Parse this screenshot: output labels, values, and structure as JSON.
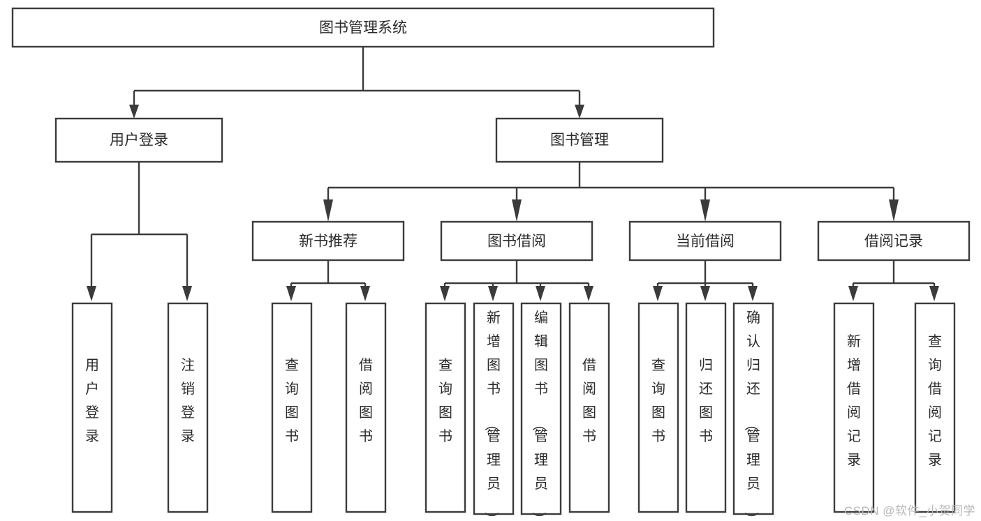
{
  "diagram": {
    "title": "图书管理系统",
    "type": "tree-hierarchy-diagram",
    "colors": {
      "box_fill": "#ffffff",
      "box_stroke": "#3b3b3b",
      "text": "#2b2b2b",
      "background": "#ffffff",
      "watermark": "#b8b8b8"
    },
    "root": {
      "label": "图书管理系统"
    },
    "level2": [
      {
        "label": "用户登录"
      },
      {
        "label": "图书管理"
      }
    ],
    "level3": [
      {
        "label": "新书推荐"
      },
      {
        "label": "图书借阅"
      },
      {
        "label": "当前借阅"
      },
      {
        "label": "借阅记录"
      }
    ],
    "leaves": {
      "user_login": [
        {
          "label": "用户登录"
        },
        {
          "label": "注销登录"
        }
      ],
      "new_book_recommend": [
        {
          "label": "查询图书"
        },
        {
          "label": "借阅图书"
        }
      ],
      "book_borrow": [
        {
          "label": "查询图书"
        },
        {
          "label": "新增图书（管理员）"
        },
        {
          "label": "编辑图书（管理员）"
        },
        {
          "label": "借阅图书"
        }
      ],
      "current_borrow": [
        {
          "label": "查询图书"
        },
        {
          "label": "归还图书"
        },
        {
          "label": "确认归还（管理员）"
        }
      ],
      "borrow_records": [
        {
          "label": "新增借阅记录"
        },
        {
          "label": "查询借阅记录"
        }
      ]
    }
  },
  "watermark": {
    "text": "CSDN @软件_小贺同学"
  }
}
